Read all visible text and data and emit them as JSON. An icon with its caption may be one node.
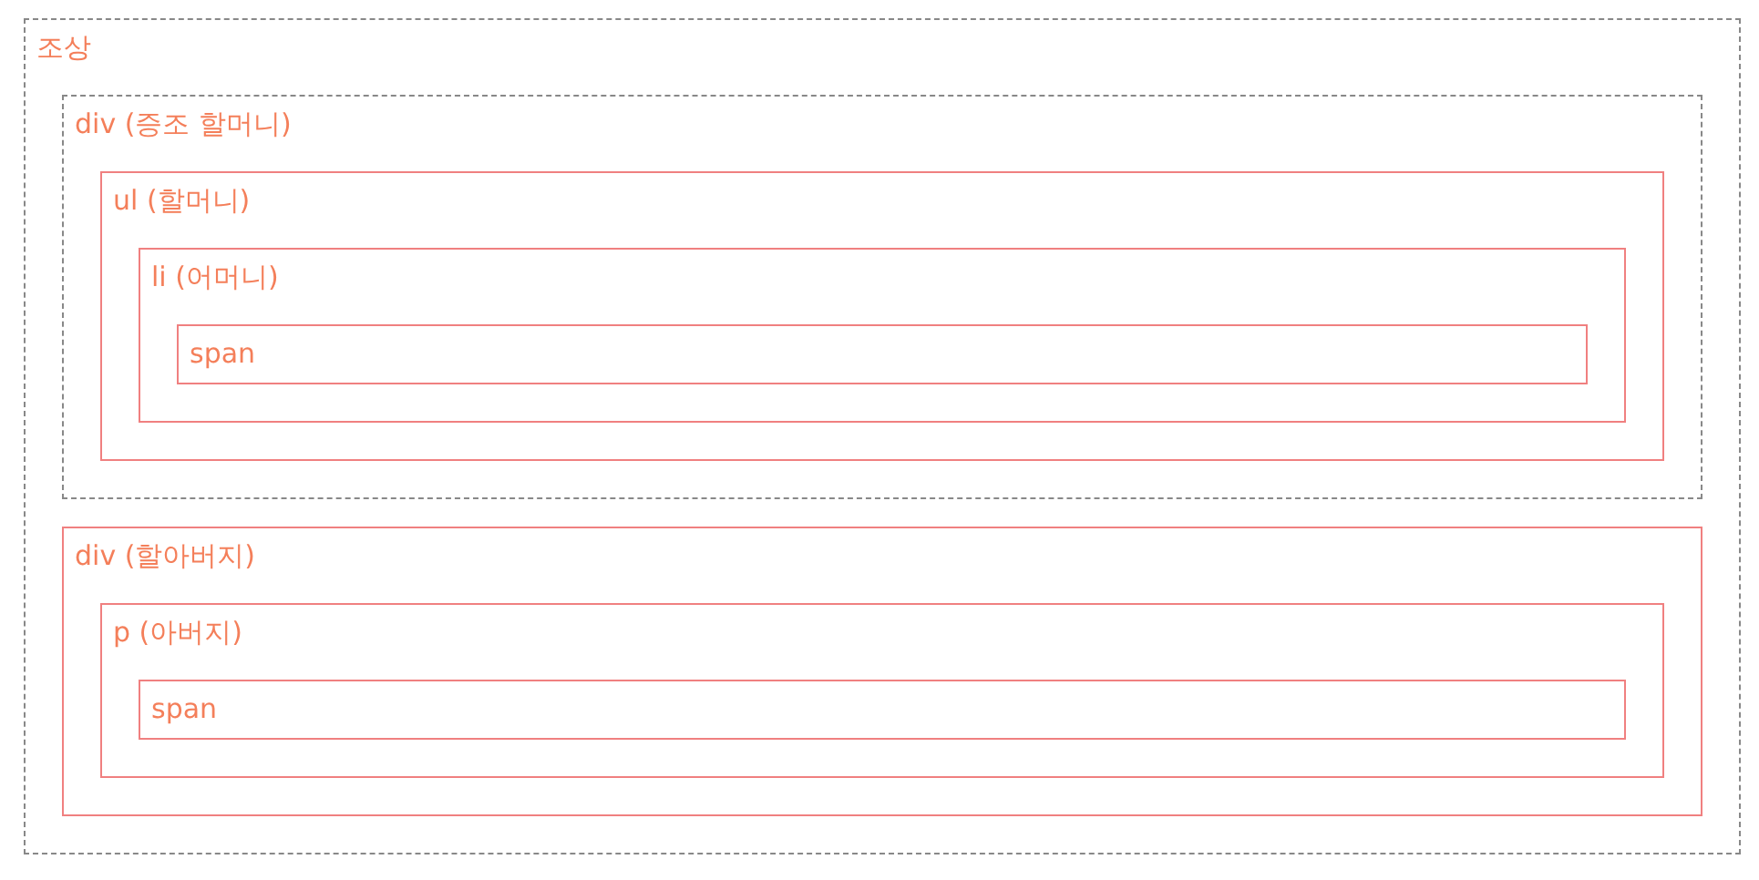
{
  "diagram": {
    "nodes": [
      {
        "text": [
          "조상"
        ]
      },
      {
        "text": [
          "div (증조 할머니)"
        ],
        "in": 0
      },
      {
        "text": [
          "ul (할머니)"
        ],
        "in": 1
      },
      {
        "text": [
          "li (어머니)"
        ],
        "in": 2
      },
      {
        "text": [
          "span"
        ],
        "in": 3
      },
      {
        "text": [
          "div (할아버지)"
        ],
        "in": 0
      },
      {
        "text": [
          "p (아버지)"
        ],
        "in": 5
      },
      {
        "text": [
          "span"
        ],
        "in": 6
      }
    ]
  }
}
